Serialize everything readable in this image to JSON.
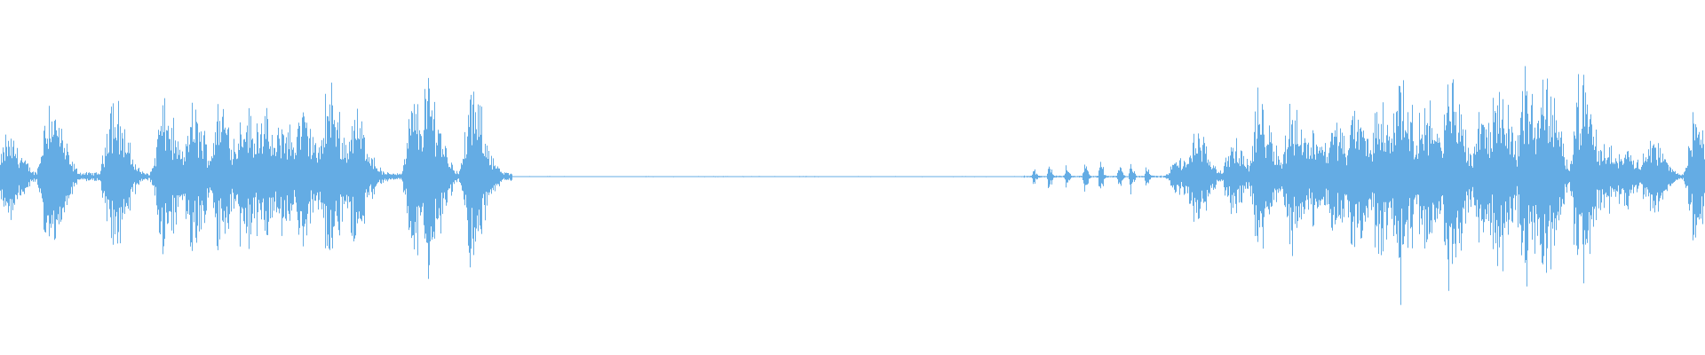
{
  "waveform": {
    "color": "#64ACE4",
    "background": "#FFFFFF",
    "segments": [
      {
        "start": 0.0,
        "end": 0.3,
        "envelope": "bursts",
        "bursts": [
          0.004,
          0.028,
          0.065,
          0.095,
          0.112,
          0.128,
          0.142,
          0.152,
          0.165,
          0.176,
          0.192,
          0.207,
          0.242,
          0.25,
          0.276
        ],
        "peaks": [
          0.36,
          0.7,
          0.7,
          0.62,
          0.6,
          0.66,
          0.62,
          0.58,
          0.5,
          0.6,
          0.78,
          0.58,
          0.66,
          0.82,
          0.72
        ]
      },
      {
        "start": 0.3,
        "end": 0.6,
        "envelope": "silence",
        "bursts": [],
        "peaks": []
      },
      {
        "start": 0.6,
        "end": 0.69,
        "envelope": "clicks",
        "bursts": [
          0.606,
          0.615,
          0.625,
          0.636,
          0.645,
          0.656,
          0.663,
          0.672
        ],
        "peaks": [
          0.08,
          0.12,
          0.1,
          0.14,
          0.16,
          0.12,
          0.14,
          0.12
        ]
      },
      {
        "start": 0.69,
        "end": 1.0,
        "envelope": "bursts",
        "bursts": [
          0.69,
          0.7,
          0.722,
          0.738,
          0.757,
          0.77,
          0.782,
          0.794,
          0.808,
          0.82,
          0.835,
          0.85,
          0.868,
          0.878,
          0.894,
          0.905,
          0.926,
          0.94,
          0.952,
          0.967,
          0.994
        ],
        "peaks": [
          0.16,
          0.4,
          0.3,
          0.66,
          0.64,
          0.44,
          0.5,
          0.6,
          0.66,
          0.92,
          0.7,
          0.88,
          0.62,
          0.82,
          0.86,
          0.88,
          0.84,
          0.3,
          0.3,
          0.36,
          0.56
        ]
      }
    ]
  }
}
